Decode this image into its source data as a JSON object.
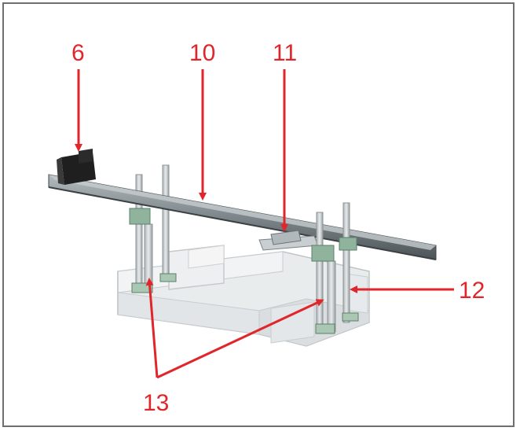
{
  "labels": {
    "l6": "6",
    "l10": "10",
    "l11": "11",
    "l12": "12",
    "l13": "13"
  },
  "colors": {
    "callout": "#e0262b",
    "frame": "#6f6f6f",
    "rail_dark": "#5a6266",
    "rail_light": "#9aa3a6",
    "motor": "#1f1f1f",
    "transparent_base": "#d9dde0",
    "clamp_green": "#8fb39c"
  }
}
